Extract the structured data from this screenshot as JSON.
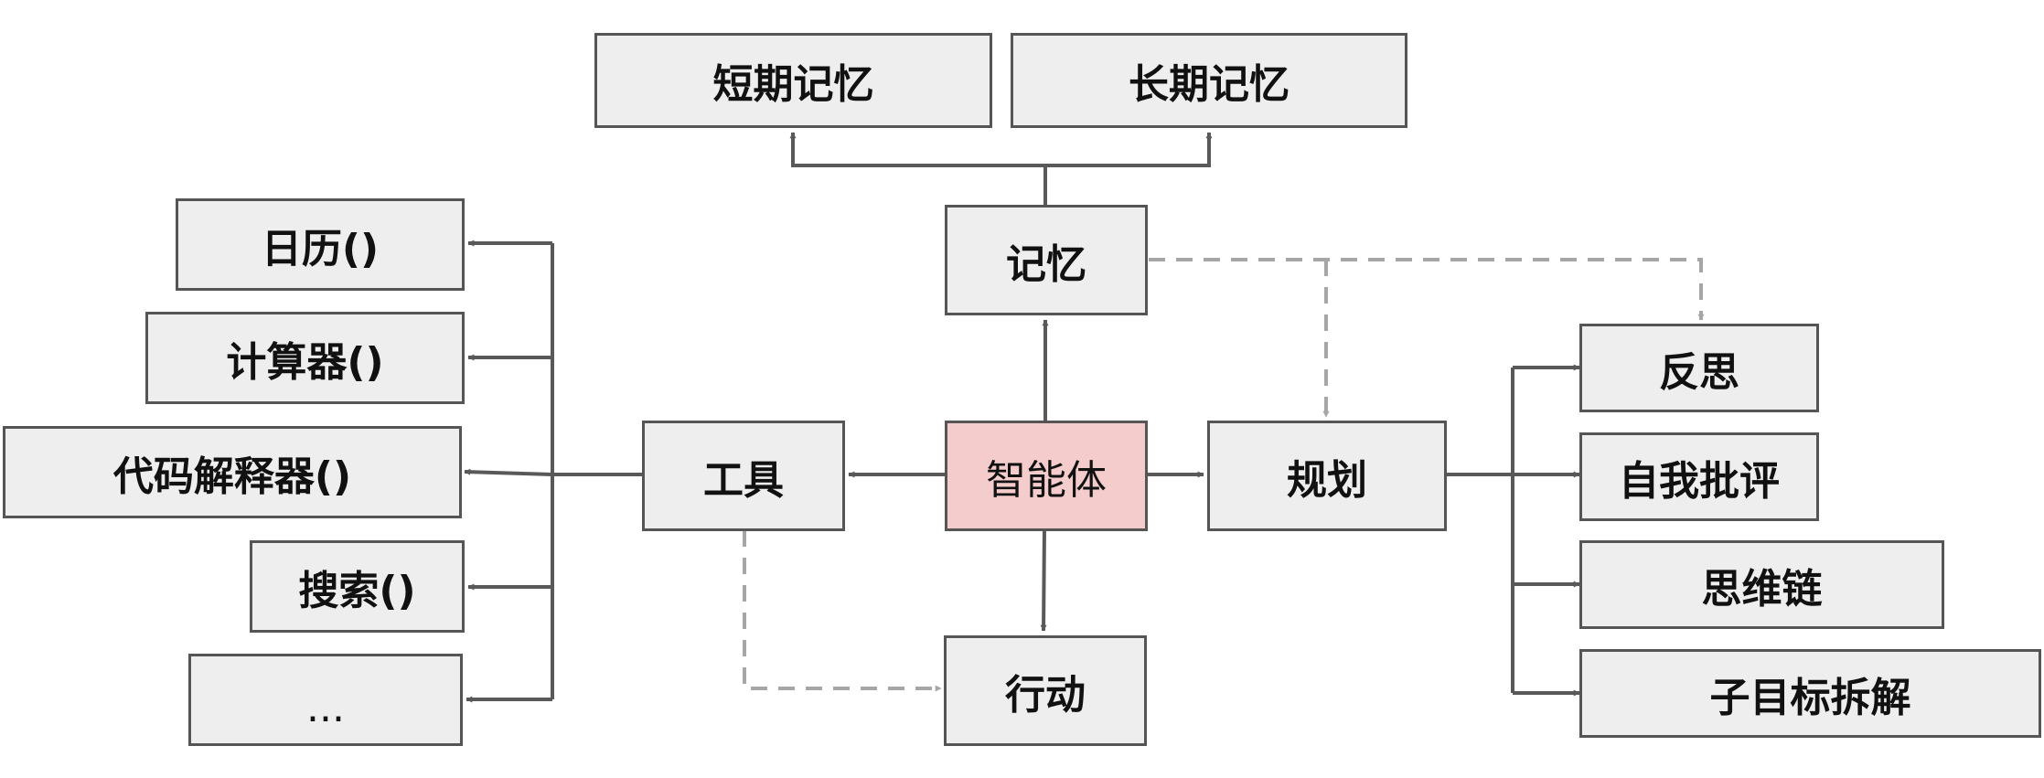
{
  "diagram": {
    "agent": "智能体",
    "memory": "记忆",
    "short_term_memory": "短期记忆",
    "long_term_memory": "长期记忆",
    "tools": "工具",
    "action": "行动",
    "planning": "规划",
    "tool_items": [
      "日历()",
      "计算器()",
      "代码解释器()",
      "搜索()",
      "..."
    ],
    "planning_items": [
      "反思",
      "自我批评",
      "思维链",
      "子目标拆解"
    ]
  },
  "colors": {
    "box_fill": "#eeeeee",
    "agent_fill": "#f4cccc",
    "border": "#555555",
    "solid_arrow": "#595959",
    "dashed_arrow": "#a6a6a6"
  }
}
